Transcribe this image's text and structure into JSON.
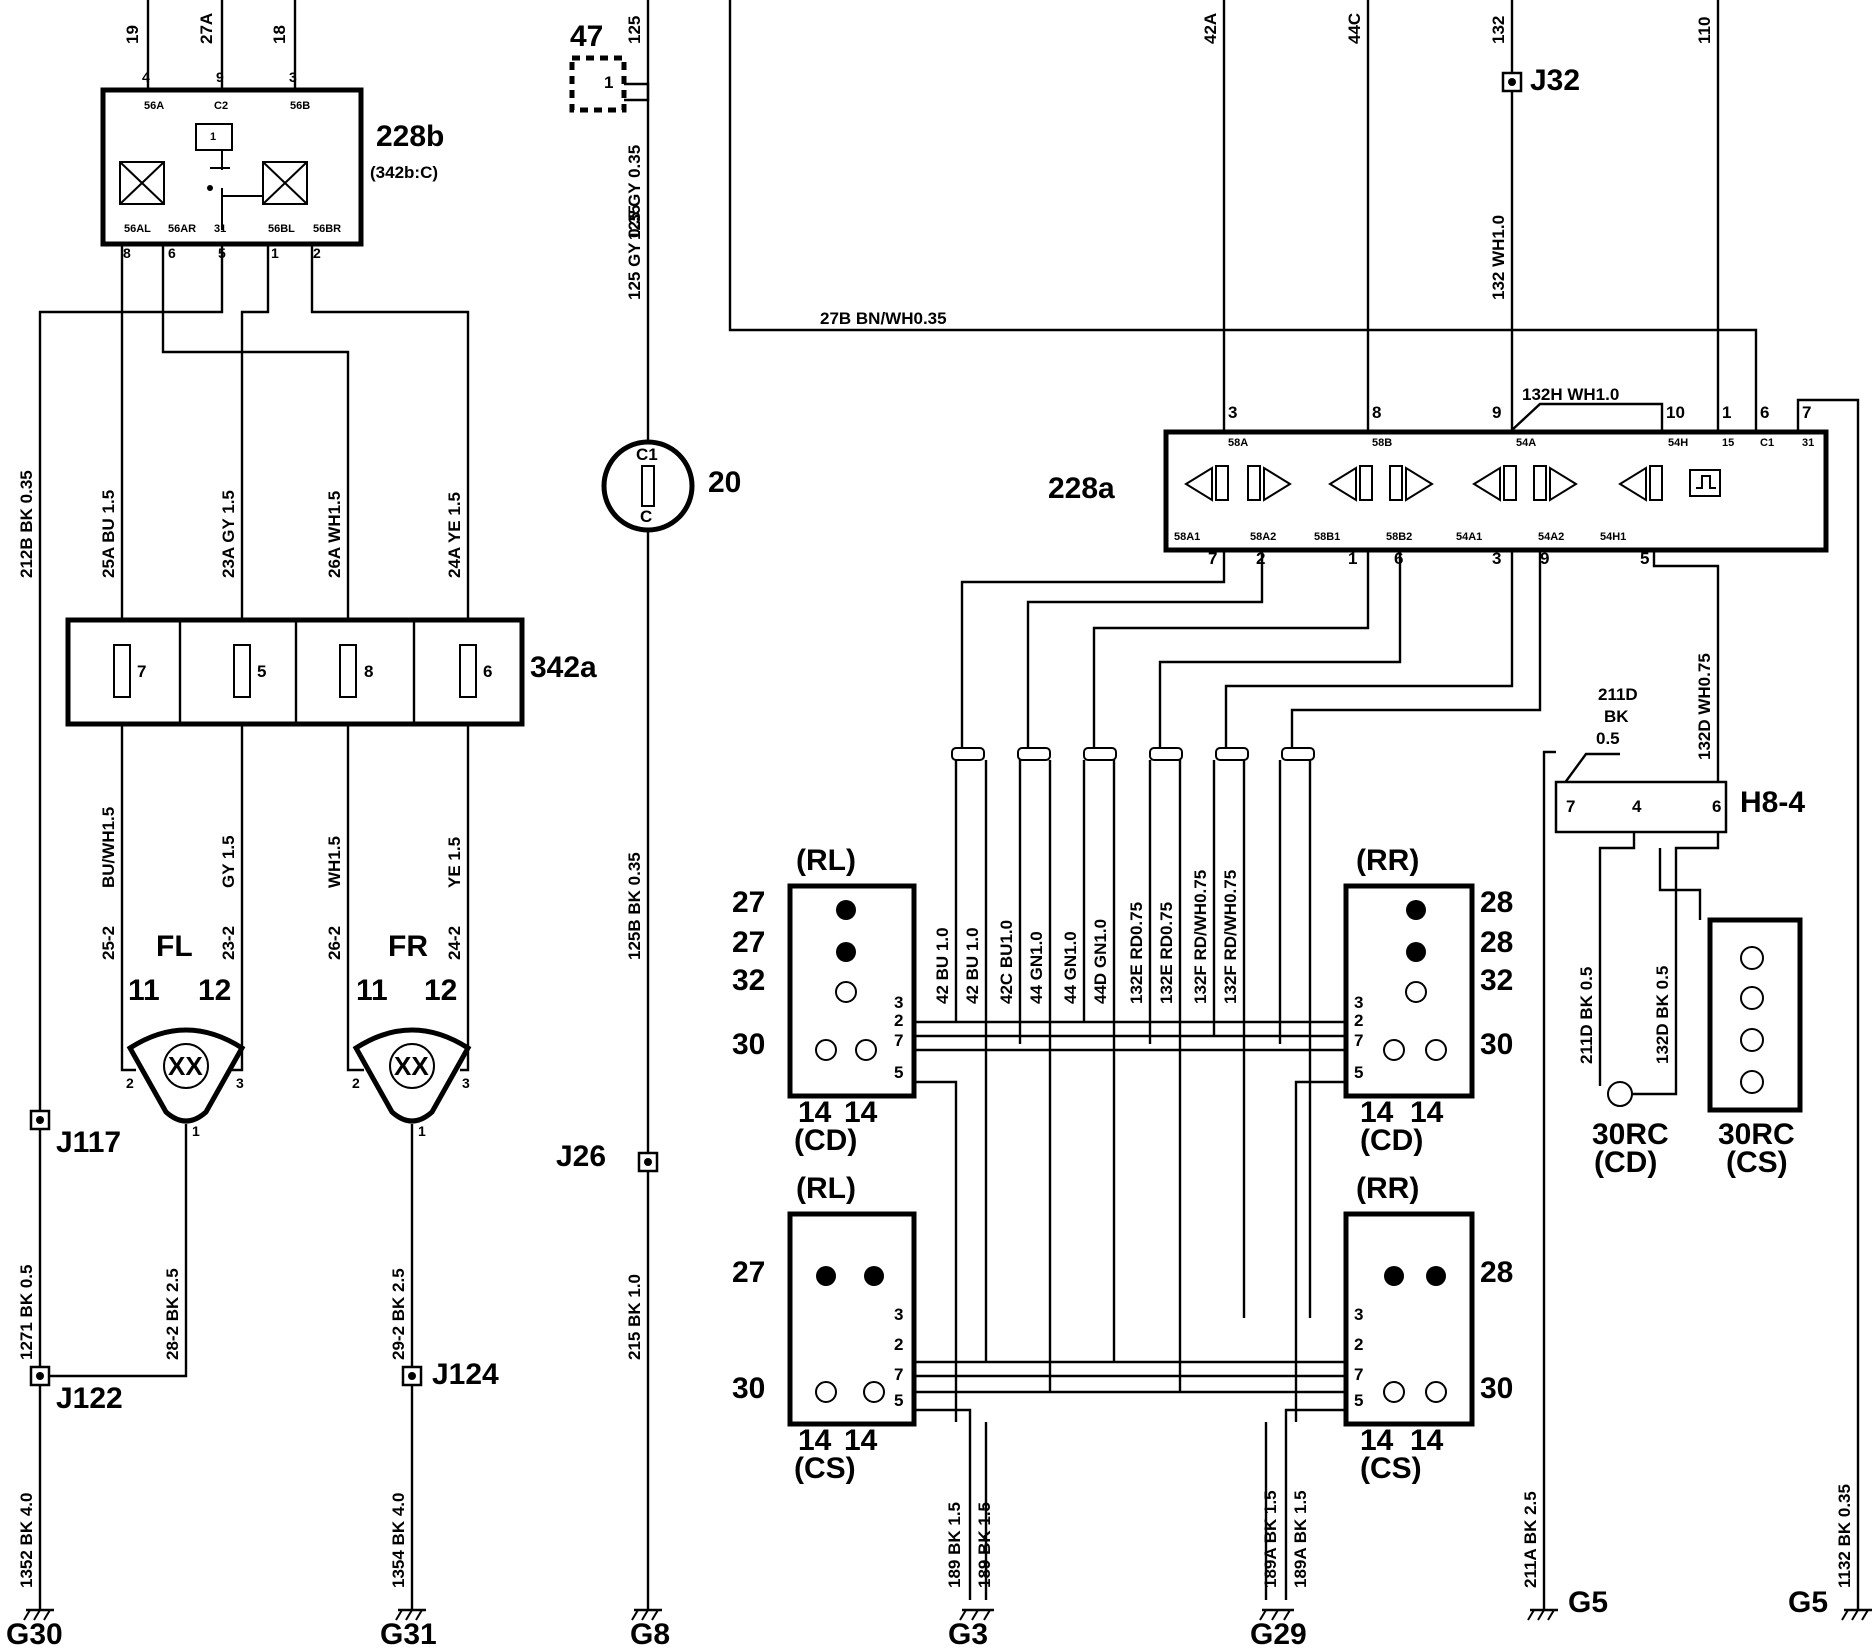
{
  "components": {
    "relay_228b": {
      "id": "228b",
      "ref": "(342b:C)",
      "pins_top": [
        "4",
        "9",
        "3"
      ],
      "pins_top_labels": [
        "56A",
        "C2",
        "56B"
      ],
      "pins_bottom": [
        "8",
        "6",
        "5",
        "1",
        "2"
      ],
      "pins_bottom_labels": [
        "56AL",
        "56AR",
        "31",
        "56BL",
        "56BR"
      ]
    },
    "fuse_box_342a": {
      "id": "342a",
      "fuses": [
        "7",
        "5",
        "8",
        "6"
      ]
    },
    "module_228a": {
      "id": "228a",
      "pins_top": [
        "3",
        "8",
        "9",
        "10",
        "1",
        "6",
        "7"
      ],
      "labels_top": [
        "58A",
        "58B",
        "54A",
        "54H",
        "15",
        "C1",
        "31"
      ],
      "pins_bottom": [
        "7",
        "2",
        "1",
        "6",
        "3",
        "9",
        "5"
      ],
      "labels_bottom": [
        "58A1",
        "58A2",
        "58B1",
        "58B2",
        "54A1",
        "54A2",
        "54H1"
      ]
    },
    "switch_20": {
      "id": "20",
      "c1": "C1",
      "c": "C"
    },
    "connector_47": {
      "id": "47",
      "pin": "1"
    },
    "connector_h84": {
      "id": "H8-4",
      "pins": [
        "7",
        "4",
        "6"
      ]
    },
    "headlamp_fl": {
      "id": "FL",
      "pins": [
        "11",
        "12"
      ],
      "side_pins": [
        "2",
        "3",
        "1"
      ]
    },
    "headlamp_fr": {
      "id": "FR",
      "pins": [
        "11",
        "12"
      ],
      "side_pins": [
        "2",
        "3",
        "1"
      ]
    }
  },
  "splices": [
    "J32",
    "J117",
    "J122",
    "J124",
    "J26"
  ],
  "grounds": [
    "G30",
    "G31",
    "G8",
    "G3",
    "G29",
    "G5",
    "G5"
  ],
  "lamp_groups": {
    "rl_cd": {
      "pos": "(RL)",
      "variant": "(CD)",
      "labels": [
        "27",
        "27",
        "32",
        "30"
      ],
      "pins": [
        "3",
        "2",
        "7",
        "5"
      ],
      "bottom": [
        "14",
        "14"
      ]
    },
    "rr_cd": {
      "pos": "(RR)",
      "variant": "(CD)",
      "labels": [
        "28",
        "28",
        "32",
        "30"
      ],
      "pins": [
        "3",
        "2",
        "7",
        "5"
      ],
      "bottom": [
        "14",
        "14"
      ]
    },
    "rl_cs": {
      "pos": "(RL)",
      "variant": "(CS)",
      "labels": [
        "27",
        "30"
      ],
      "pins": [
        "3",
        "2",
        "7",
        "5"
      ],
      "bottom": [
        "14",
        "14"
      ]
    },
    "rr_cs": {
      "pos": "(RR)",
      "variant": "(CS)",
      "labels": [
        "28",
        "30"
      ],
      "pins": [
        "3",
        "2",
        "7",
        "5"
      ],
      "bottom": [
        "14",
        "14"
      ]
    },
    "rc_cd": {
      "label": "30RC",
      "variant": "(CD)"
    },
    "rc_cs": {
      "label": "30RC",
      "variant": "(CS)"
    }
  },
  "wires": {
    "top_19": "19",
    "top_27a": "27A",
    "top_18": "18",
    "top_125": "125",
    "top_42a": "42A",
    "top_44c": "44C",
    "top_132": "132",
    "top_110": "110",
    "w_125_gy": "125  GY 0.35",
    "w_125_gy2": "125  GY 0.35",
    "w_27b": "27B  BN/WH0.35",
    "w_132_wh": "132  WH1.0",
    "w_132h": "132H  WH1.0",
    "w_212b": "212B  BK 0.35",
    "w_25a": "25A  BU 1.5",
    "w_23a": "23A  GY 1.5",
    "w_26a": "26A  WH1.5",
    "w_24a": "24A  YE 1.5",
    "w_bu_wh": "BU/WH1.5",
    "w_gy": "GY 1.5",
    "w_wh": "WH1.5",
    "w_ye": "YE 1.5",
    "w_25_2": "25-2",
    "w_23_2": "23-2",
    "w_26_2": "26-2",
    "w_24_2": "24-2",
    "w_125b": "125B  BK 0.35",
    "w_1271": "1271  BK 0.5",
    "w_28_2": "28-2  BK 2.5",
    "w_29_2": "29-2  BK 2.5",
    "w_215": "215  BK 1.0",
    "w_1352": "1352  BK 4.0",
    "w_1354": "1354  BK 4.0",
    "w_132d": "132D  WH0.75",
    "w_211d_top1": "211D",
    "w_211d_top2": "BK",
    "w_211d_top3": "0.5",
    "w_211d": "211D  BK 0.5",
    "w_132d_bk": "132D  BK 0.5",
    "w_211a": "211A  BK 2.5",
    "w_1132": "1132  BK 0.35",
    "w_189_1": "189  BK 1.5",
    "w_189_2": "189  BK 1.5",
    "w_189a_1": "189A  BK 1.5",
    "w_189a_2": "189A  BK 1.5",
    "w_42_1": "42  BU 1.0",
    "w_42_2": "42  BU 1.0",
    "w_42c": "42C  BU1.0",
    "w_44_1": "44  GN1.0",
    "w_44_2": "44  GN1.0",
    "w_44d": "44D  GN1.0",
    "w_132e_1": "132E  RD0.75",
    "w_132e_2": "132E  RD0.75",
    "w_132f_1": "132F  RD/WH0.75",
    "w_132f_2": "132F  RD/WH0.75"
  }
}
